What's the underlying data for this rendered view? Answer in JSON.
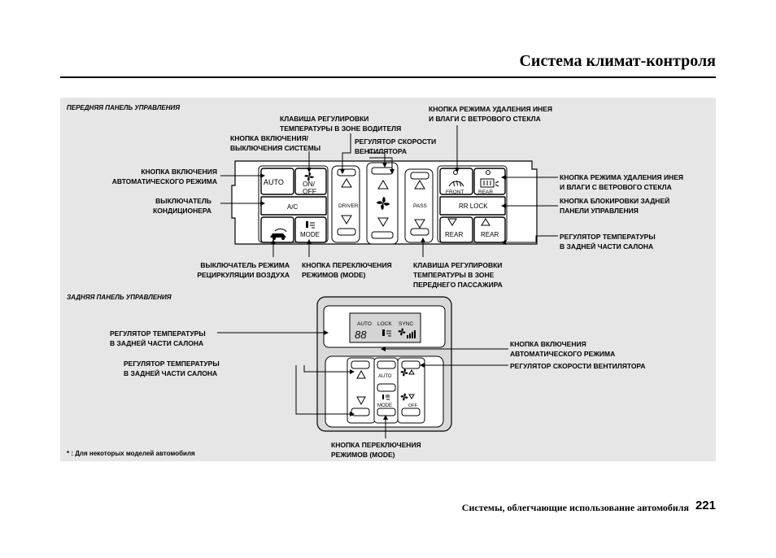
{
  "header": {
    "title": "Система климат-контроля"
  },
  "figure": {
    "front_panel_title": "ПЕРЕДНЯЯ ПАНЕЛЬ УПРАВЛЕНИЯ",
    "rear_panel_title": "ЗАДНЯЯ ПАНЕЛЬ УПРАВЛЕНИЯ",
    "front_callouts": {
      "auto_button": "КНОПКА ВКЛЮЧЕНИЯ\nАВТОМАТИЧЕСКОГО РЕЖИМА",
      "ac_switch": "ВЫКЛЮЧАТЕЛЬ\nКОНДИЦИОНЕРА",
      "recirc_switch": "ВЫКЛЮЧАТЕЛЬ РЕЖИМА\nРЕЦИРКУЛЯЦИИ ВОЗДУХА",
      "mode_button": "КНОПКА ПЕРЕКЛЮЧЕНИЯ\nРЕЖИМОВ (MODE)",
      "on_off_button": "КНОПКА ВКЛЮЧЕНИЯ/\nВЫКЛЮЧЕНИЯ СИСТЕМЫ",
      "driver_temp": "КЛАВИША РЕГУЛИРОВКИ\nТЕМПЕРАТУРЫ В ЗОНЕ ВОДИТЕЛЯ",
      "fan_speed": "РЕГУЛЯТОР СКОРОСТИ\nВЕНТИЛЯТОРА",
      "pass_temp": "КЛАВИША РЕГУЛИРОВКИ\nТЕМПЕРАТУРЫ В ЗОНЕ\nПЕРЕДНЕГО ПАССАЖИРА",
      "front_defrost_top": "КНОПКА РЕЖИМА УДАЛЕНИЯ ИНЕЯ\nИ ВЛАГИ С ВЕТРОВОГО СТЕКЛА",
      "front_defrost_right": "КНОПКА РЕЖИМА УДАЛЕНИЯ ИНЕЯ\nИ ВЛАГИ С ВЕТРОВОГО СТЕКЛА",
      "rear_lock": "КНОПКА БЛОКИРОВКИ ЗАДНЕЙ\nПАНЕЛИ УПРАВЛЕНИЯ",
      "rear_temp": "РЕГУЛЯТОР ТЕМПЕРАТУРЫ\nВ ЗАДНЕЙ ЧАСТИ САЛОНА"
    },
    "rear_callouts": {
      "temp_display": "РЕГУЛЯТОР ТЕМПЕРАТУРЫ\nВ ЗАДНЕЙ ЧАСТИ САЛОНА",
      "temp_buttons": "РЕГУЛЯТОР ТЕМПЕРАТУРЫ\nВ ЗАДНЕЙ ЧАСТИ САЛОНА",
      "auto_button": "КНОПКА ВКЛЮЧЕНИЯ\nАВТОМАТИЧЕСКОГО РЕЖИМА",
      "fan_speed": "РЕГУЛЯТОР СКОРОСТИ ВЕНТИЛЯТОРА",
      "mode_button": "КНОПКА ПЕРЕКЛЮЧЕНИЯ\nРЕЖИМОВ (MODE)"
    },
    "front_panel_labels": {
      "auto": "AUTO",
      "on_off": "ON/\nOFF",
      "ac": "A/C",
      "mode": "MODE",
      "driver": "DRIVER",
      "pass": "PASS",
      "front": "FRONT",
      "rear": "REAR",
      "rr_lock": "RR LOCK",
      "rear_left": "REAR",
      "rear_right": "REAR"
    },
    "rear_panel_labels": {
      "display_auto": "AUTO",
      "display_lock": "LOCK",
      "display_sync": "SYNC",
      "display_digits": "88",
      "auto": "AUTO",
      "mode": "MODE",
      "off": "OFF"
    },
    "footnote": "* :  Для некоторых моделей автомобиля"
  },
  "footer": {
    "text": "Системы, облегчающие использование автомобиля",
    "page_number": "221"
  },
  "icons": [
    "fan-icon",
    "recirculation-icon",
    "windshield-defrost-icon",
    "rear-defrost-icon",
    "mode-icon",
    "up-arrow-icon",
    "down-arrow-icon"
  ]
}
